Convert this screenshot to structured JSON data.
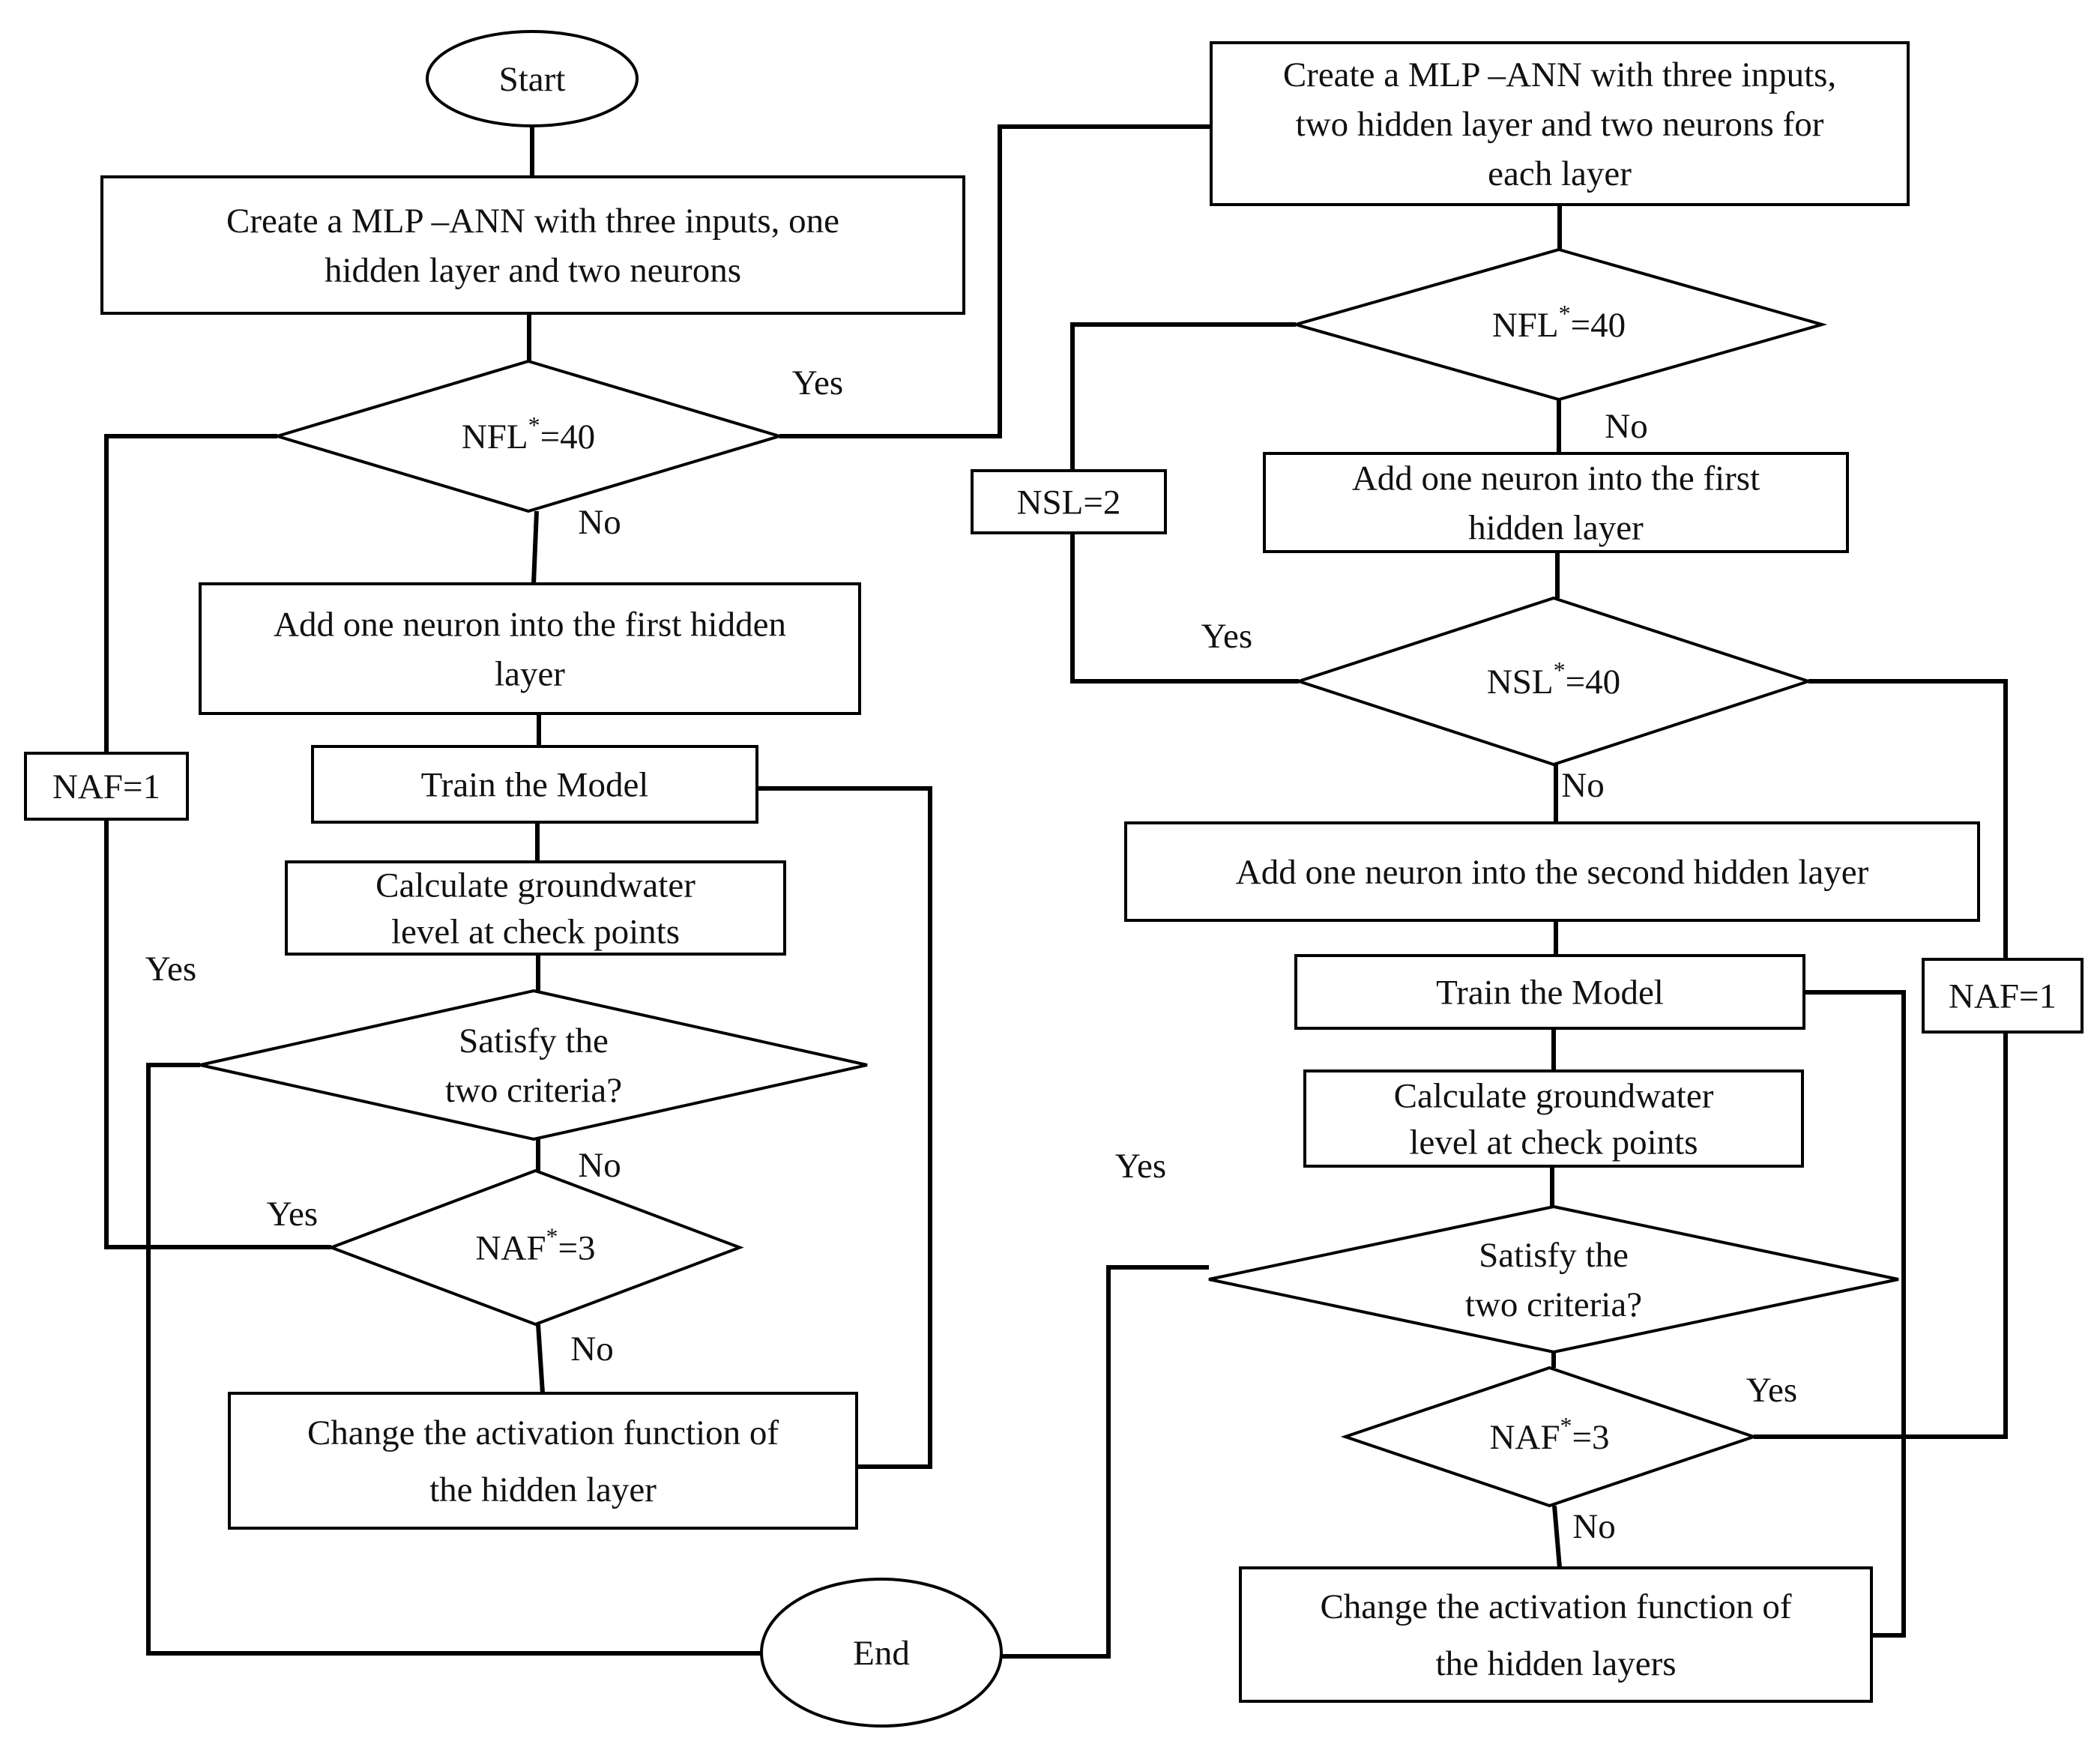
{
  "nodes": {
    "start": "Start",
    "l_create": [
      "Create a MLP –ANN with three inputs, one",
      "hidden layer and two neurons"
    ],
    "l_nfl": [
      "NFL",
      "*",
      "=40"
    ],
    "l_add": [
      "Add one neuron into the first hidden",
      "layer"
    ],
    "l_train": "Train the Model",
    "l_calc": [
      "Calculate groundwater",
      "level at check points"
    ],
    "l_satisfy": [
      "Satisfy the",
      "two criteria?"
    ],
    "l_naf": [
      "NAF",
      "*",
      "=3"
    ],
    "l_change": [
      "Change the activation function of",
      "the hidden layer"
    ],
    "l_naf1": "NAF=1",
    "end": "End",
    "r_create": [
      "Create a MLP –ANN with three inputs,",
      "two hidden layer and two neurons for",
      "each layer"
    ],
    "r_nfl": [
      "NFL",
      "*",
      "=40"
    ],
    "r_add1": [
      "Add one neuron into the first",
      "hidden layer"
    ],
    "r_nsl2": "NSL=2",
    "r_nsl": [
      "NSL",
      "*",
      "=40"
    ],
    "r_add2": "Add one neuron into the second hidden layer",
    "r_train": "Train the Model",
    "r_naf1": "NAF=1",
    "r_calc": [
      "Calculate groundwater",
      "level at check  points"
    ],
    "r_satisfy": [
      "Satisfy the",
      "two criteria?"
    ],
    "r_naf": [
      "NAF",
      "*",
      "=3"
    ],
    "r_change": [
      "Change the activation function of",
      "the hidden layers"
    ]
  },
  "edge_labels": {
    "yes": "Yes",
    "no": "No"
  },
  "colors": {
    "line": "#000000",
    "text": "#111111",
    "fill": "#ffffff"
  }
}
